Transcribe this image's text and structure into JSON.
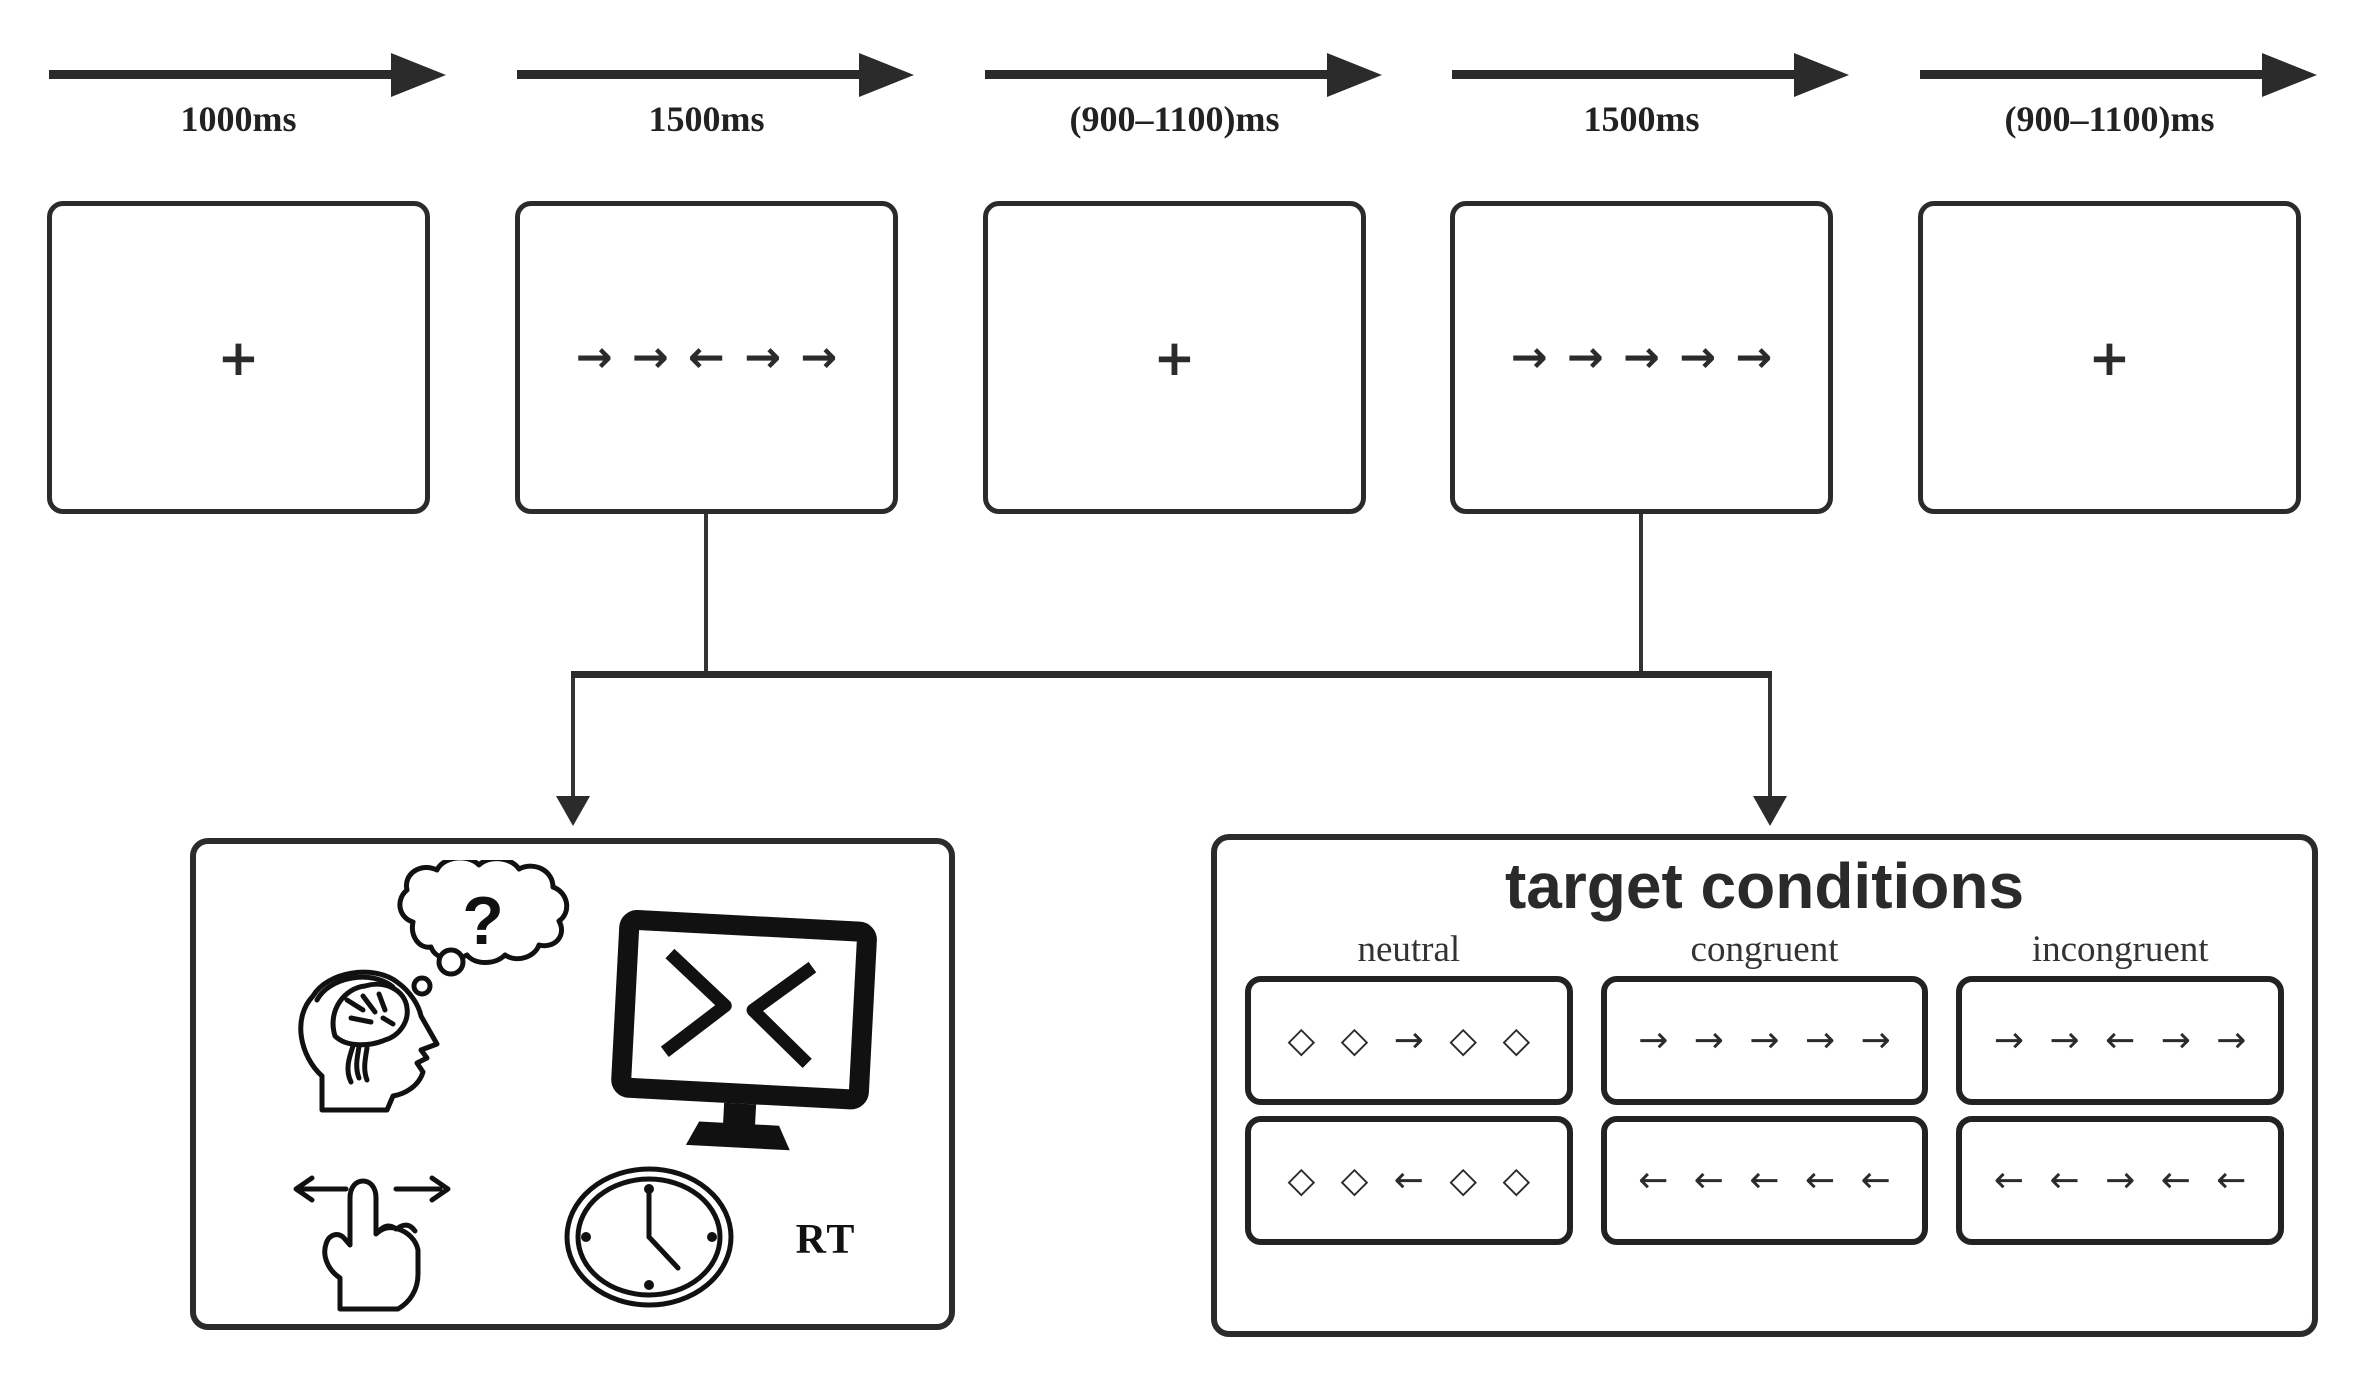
{
  "colors": {
    "ink": "#2b2b2b",
    "background": "#ffffff"
  },
  "timeline": {
    "steps": [
      {
        "kind": "fixation",
        "duration": "1000ms",
        "stimulus": "+"
      },
      {
        "kind": "flanker-incongruent",
        "duration": "1500ms",
        "stimulus": "→ → ← → →"
      },
      {
        "kind": "fixation",
        "duration": "(900–1100)ms",
        "stimulus": "+"
      },
      {
        "kind": "flanker-congruent",
        "duration": "1500ms",
        "stimulus": "→ → → → →"
      },
      {
        "kind": "fixation",
        "duration": "(900–1100)ms",
        "stimulus": "+"
      }
    ]
  },
  "response_panel": {
    "thought_question_mark": "?",
    "rt_label": "RT",
    "icons": [
      "thinking-head-icon",
      "monitor-flanker-icon",
      "swipe-hand-icon",
      "clock-icon"
    ]
  },
  "target_conditions": {
    "title": "target conditions",
    "columns": [
      {
        "label": "neutral",
        "top": "◇ ◇ → ◇ ◇",
        "bottom": "◇ ◇ ← ◇ ◇"
      },
      {
        "label": "congruent",
        "top": "→ → → → →",
        "bottom": "← ← ← ← ←"
      },
      {
        "label": "incongruent",
        "top": "→ → ← → →",
        "bottom": "← ← → ← ←"
      }
    ]
  }
}
